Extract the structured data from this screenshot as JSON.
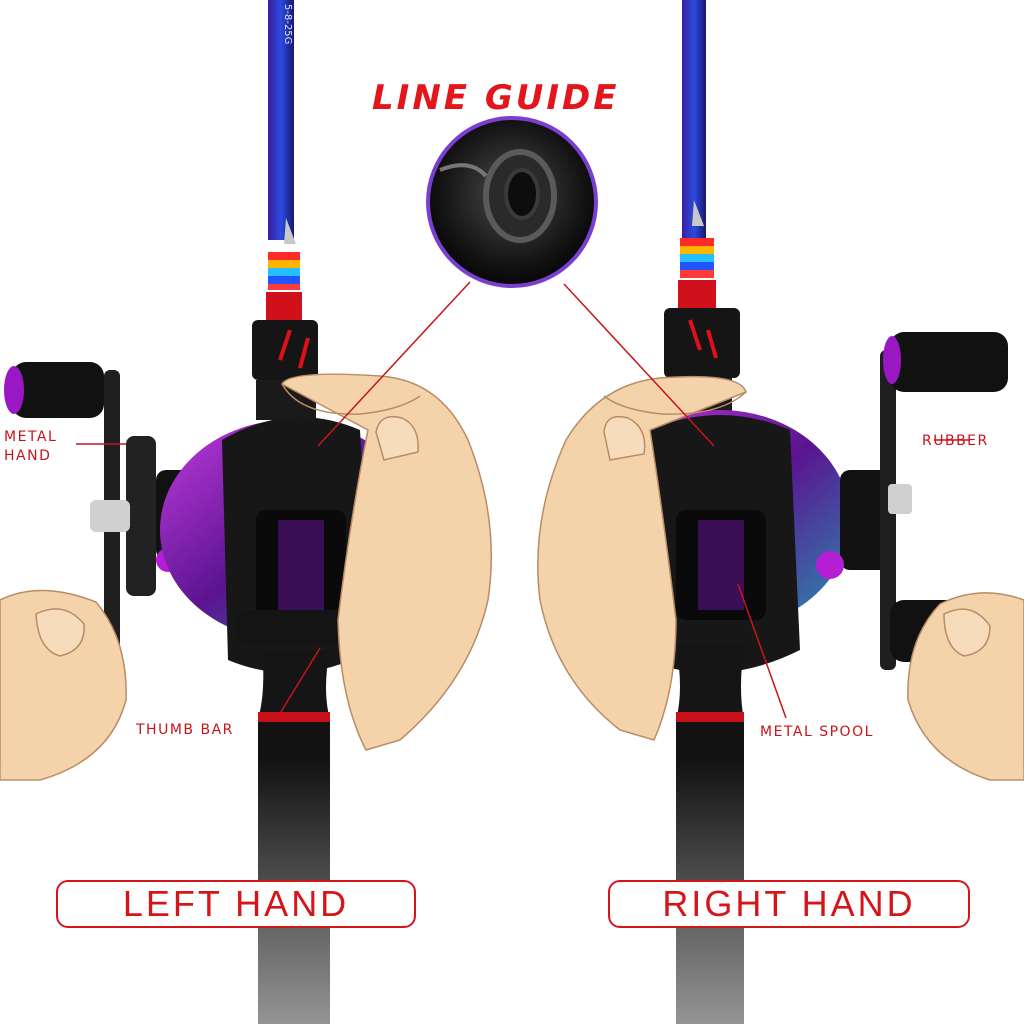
{
  "header": {
    "title": "LINE GUIDE"
  },
  "callouts": {
    "metal_hand_line1": "METAL",
    "metal_hand_line2": "HAND",
    "rubber": "RUBBER",
    "thumb_bar": "THUMB BAR",
    "metal_spool": "METAL SPOOL"
  },
  "rod": {
    "blank_print": "5-8-25G"
  },
  "footer": {
    "left_label": "LEFT HAND",
    "right_label": "RIGHT HAND"
  },
  "colors": {
    "accent_red": "#e3161b",
    "reel_purple": "#8a1fb0",
    "rod_blue": "#2b3fd6",
    "grip_black": "#111111",
    "skin": "#f4d2aa"
  }
}
